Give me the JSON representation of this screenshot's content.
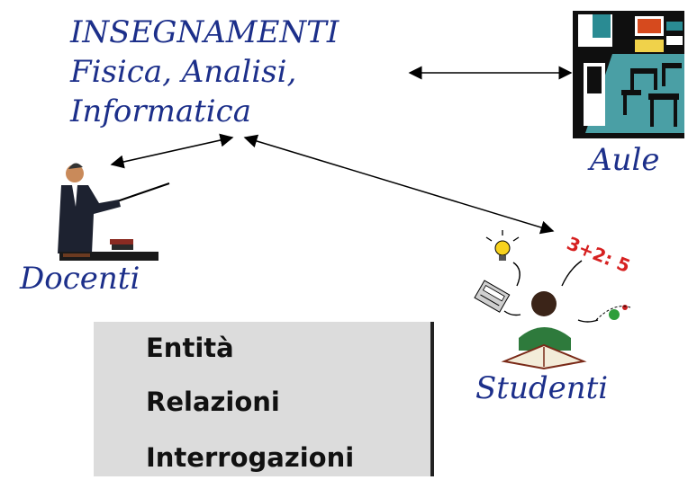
{
  "diagram": {
    "title_lines": [
      "INSEGNAMENTI",
      "Fisica, Analisi,",
      "Informatica"
    ],
    "labels": {
      "aule": "Aule",
      "docenti": "Docenti",
      "studenti": "Studenti"
    },
    "math_clipart_text": "3+2: 5"
  },
  "menu": {
    "items": [
      "Entità",
      "Relazioni",
      "Interrogazioni"
    ]
  },
  "icons": [
    "classroom-clipart-icon",
    "teacher-clipart-icon",
    "student-clipart-icon"
  ]
}
